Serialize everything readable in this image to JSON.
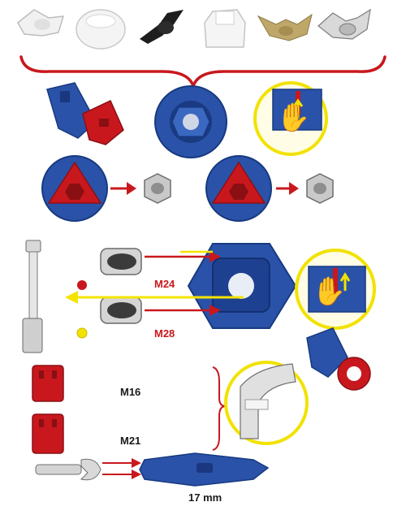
{
  "labels": {
    "m24": "M24",
    "m28": "M28",
    "m16": "M16",
    "m21": "M21",
    "size_17mm": "17 mm"
  },
  "colors": {
    "accent_red": "#c8181e",
    "tool_blue": "#2a52a8",
    "highlight_yellow": "#f2e200",
    "arrow_yellow": "#f5e400"
  },
  "icons": [
    "white-wing-knob-icon",
    "white-round-cap-icon",
    "black-wing-nut-icon",
    "white-square-knob-icon",
    "brass-wing-nut-icon",
    "steel-wing-nut-icon",
    "hand-pointing-icon",
    "hex-nut-icon",
    "aerator-icon",
    "extension-bar-icon",
    "wrench-icon",
    "faucet-spout-icon"
  ]
}
